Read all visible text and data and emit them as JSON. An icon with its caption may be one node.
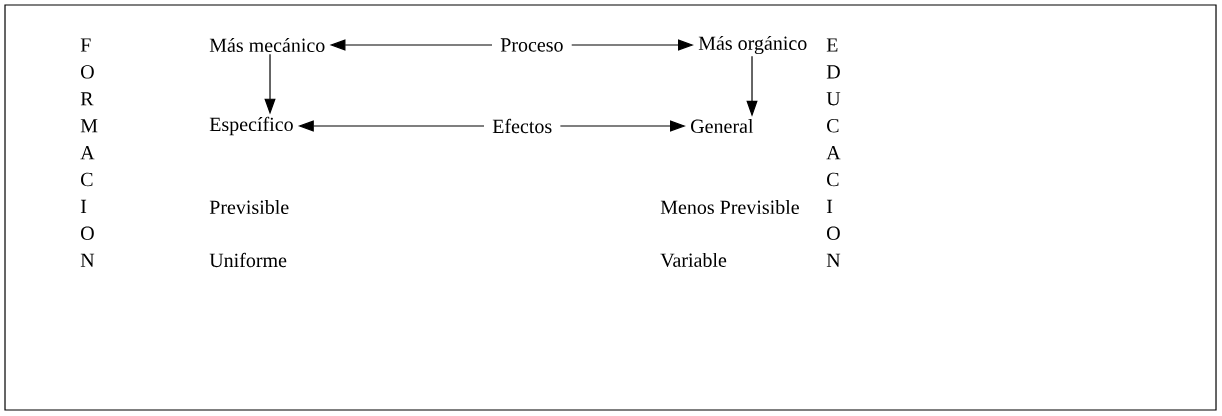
{
  "diagram": {
    "nodes": [
      {
        "text": [
          "Más mecánico"
        ]
      },
      {
        "text": [
          "Proceso"
        ]
      },
      {
        "text": [
          "Más orgánico"
        ]
      },
      {
        "text": [
          "Específico"
        ]
      },
      {
        "text": [
          "Efectos"
        ]
      },
      {
        "text": [
          "General"
        ]
      }
    ],
    "edges": [
      {
        "from": 1,
        "to": 0,
        "arrow": "to"
      },
      {
        "from": 1,
        "to": 2,
        "arrow": "to"
      },
      {
        "from": 0,
        "to": 3,
        "arrow": "to"
      },
      {
        "from": 2,
        "to": 5,
        "arrow": "to"
      },
      {
        "from": 4,
        "to": 3,
        "arrow": "to"
      },
      {
        "from": 4,
        "to": 5,
        "arrow": "to"
      }
    ],
    "labels": [
      "F",
      "O",
      "R",
      "M",
      "A",
      "C",
      "I",
      "O",
      "N",
      "E",
      "D",
      "U",
      "C",
      "A",
      "C",
      "I",
      "O",
      "N",
      "Previsible",
      "Menos Previsible",
      "Uniforme",
      "Variable"
    ]
  }
}
